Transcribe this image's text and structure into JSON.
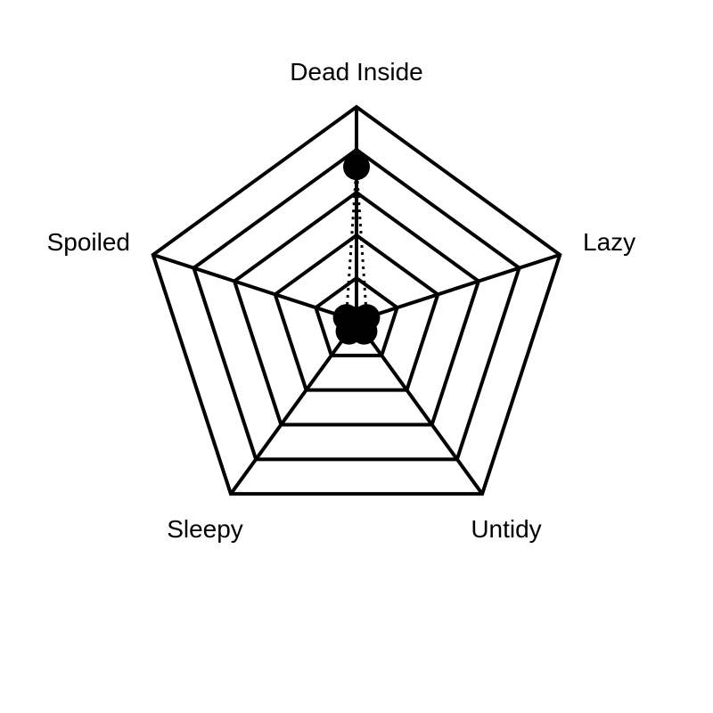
{
  "chart_data": {
    "type": "radar",
    "axes": [
      "Dead Inside",
      "Lazy",
      "Untidy",
      "Sleepy",
      "Spoiled"
    ],
    "scale": {
      "min": 0,
      "max": 5,
      "rings": 5
    },
    "series": [
      {
        "values": [
          3.6,
          0.25,
          0.3,
          0.3,
          0.25
        ]
      }
    ],
    "grid": true,
    "colors": {
      "line": "#000000",
      "marker": "#000000",
      "background": "#ffffff"
    }
  }
}
